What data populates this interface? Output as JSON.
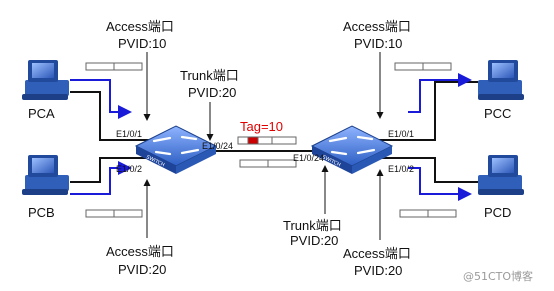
{
  "hosts": {
    "pca": "PCA",
    "pcb": "PCB",
    "pcc": "PCC",
    "pcd": "PCD"
  },
  "left_switch": {
    "port_pca": "E1/0/1",
    "port_pcb": "E1/0/2",
    "port_trunk": "E1/0/24",
    "access_top": "Access端口",
    "pvid_top": "PVID:10",
    "access_bottom": "Access端口",
    "pvid_bottom": "PVID:20",
    "trunk": "Trunk端口",
    "trunk_pvid": "PVID:20"
  },
  "right_switch": {
    "port_pcc": "E1/0/1",
    "port_pcd": "E1/0/2",
    "port_trunk": "E1/0/24",
    "access_top": "Access端口",
    "pvid_top": "PVID:10",
    "access_bottom": "Access端口",
    "pvid_bottom": "PVID:20",
    "trunk": "Trunk端口",
    "trunk_pvid": "PVID:20"
  },
  "tagged_frame": {
    "label": "Tag=10"
  },
  "switch_icon_text": "SWITCH",
  "watermark": "@51CTO博客",
  "colors": {
    "link": "#111111",
    "frame_flow": "#1a1ad9",
    "tag_text": "#e00000",
    "tag_mark": "#cc0000",
    "switch_body": "#2f64c8",
    "pc_body": "#244c9e"
  }
}
